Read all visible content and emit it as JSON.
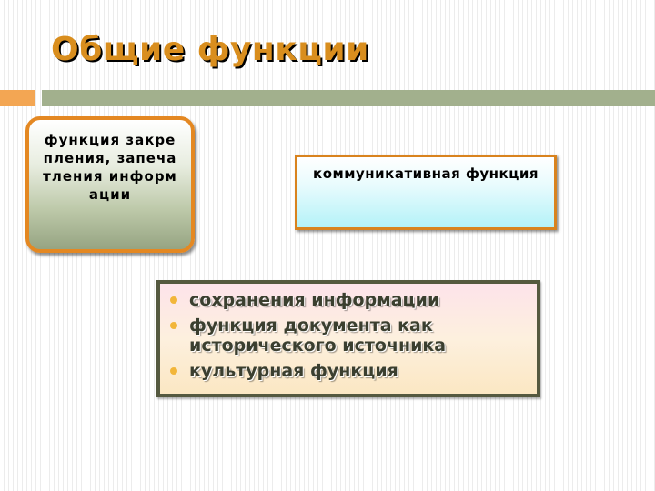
{
  "slide": {
    "title": "Общие функции",
    "left_box": {
      "text": "функция закрепления, запечатления информации"
    },
    "right_box": {
      "text": "коммуникативная функция"
    },
    "bottom_box": {
      "items": [
        "сохранения информации",
        "функция документа как исторического источника",
        "культурная функция"
      ]
    },
    "colors": {
      "title": "#d98e1e",
      "accent_orange": "#f3a653",
      "accent_green": "#a2b08d",
      "box_border_orange": "#e48822",
      "bottom_border": "#55593f",
      "bullet": "#f2b63a"
    }
  }
}
